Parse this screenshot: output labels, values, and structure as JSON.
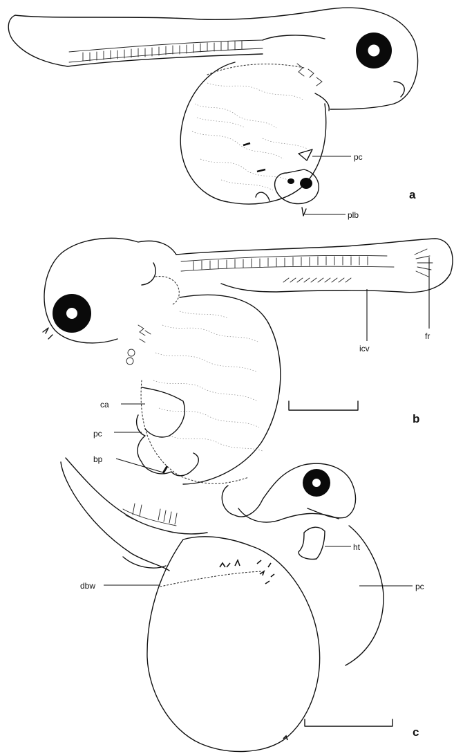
{
  "panels": [
    {
      "id": "a",
      "label": "a",
      "annotations": {
        "pc": "pc",
        "plb": "plb"
      }
    },
    {
      "id": "b",
      "label": "b",
      "annotations": {
        "ca": "ca",
        "pc": "pc",
        "bp": "bp",
        "icv": "icv",
        "fr": "fr"
      }
    },
    {
      "id": "c",
      "label": "c",
      "annotations": {
        "dbw": "dbw",
        "ht": "ht",
        "pc": "pc"
      }
    }
  ]
}
